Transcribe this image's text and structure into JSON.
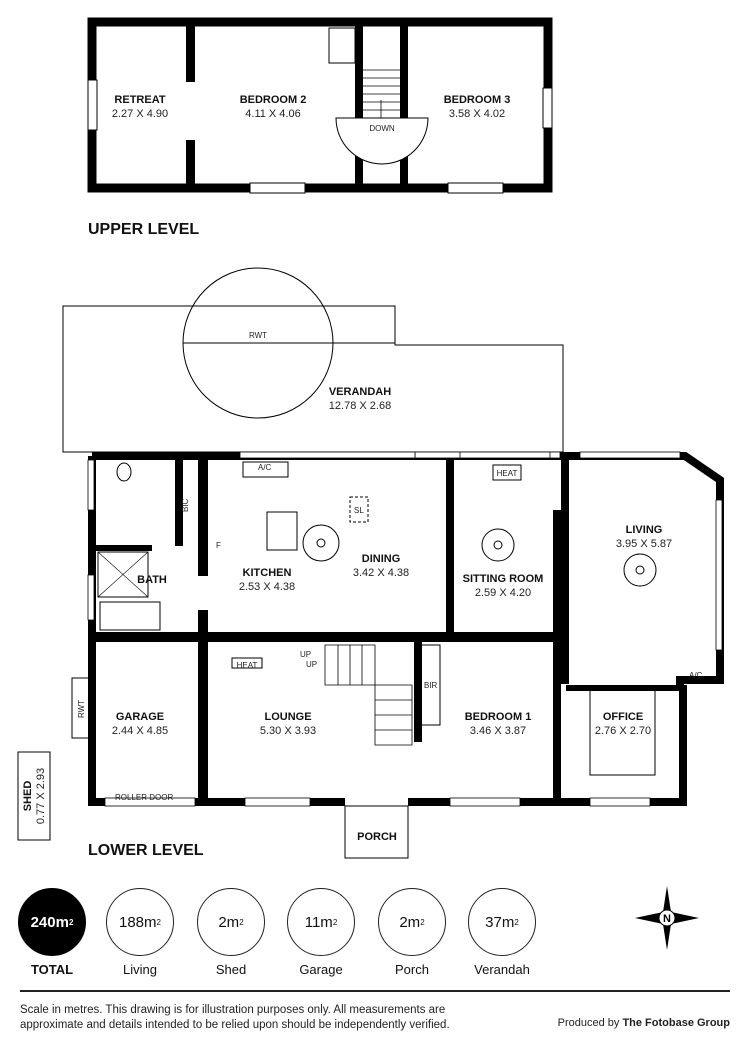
{
  "upper_level": {
    "heading": "UPPER LEVEL",
    "rooms": [
      {
        "name": "RETREAT",
        "size": "2.27 X 4.90"
      },
      {
        "name": "BEDROOM 2",
        "size": "4.11 X 4.06"
      },
      {
        "name": "BEDROOM 3",
        "size": "3.58 X 4.02"
      }
    ],
    "stair_label": "DOWN"
  },
  "lower_level": {
    "heading": "LOWER LEVEL",
    "rooms": [
      {
        "name": "VERANDAH",
        "size": "12.78 X 2.68"
      },
      {
        "name": "KITCHEN",
        "size": "2.53 X 4.38"
      },
      {
        "name": "DINING",
        "size": "3.42 X 4.38"
      },
      {
        "name": "SITTING ROOM",
        "size": "2.59 X 4.20"
      },
      {
        "name": "LIVING",
        "size": "3.95 X 5.87"
      },
      {
        "name": "GARAGE",
        "size": "2.44 X 4.85"
      },
      {
        "name": "LOUNGE",
        "size": "5.30 X 3.93"
      },
      {
        "name": "BEDROOM 1",
        "size": "3.46 X 3.87"
      },
      {
        "name": "OFFICE",
        "size": "2.76 X 2.70"
      },
      {
        "name": "BATH",
        "size": ""
      },
      {
        "name": "PORCH",
        "size": ""
      }
    ],
    "shed": {
      "name": "SHED",
      "size": "0.77 X 2.93"
    },
    "annotations": {
      "rwt": "RWT",
      "ac": "A/C",
      "bic": "BIC",
      "fridge": "F",
      "sl": "SL",
      "heat": "HEAT",
      "up": "UP",
      "bir": "BIR",
      "roller_door": "ROLLER DOOR"
    }
  },
  "areas": [
    {
      "value": "240m",
      "label": "TOTAL",
      "highlight": true
    },
    {
      "value": "188m",
      "label": "Living"
    },
    {
      "value": "2m",
      "label": "Shed"
    },
    {
      "value": "11m",
      "label": "Garage"
    },
    {
      "value": "2m",
      "label": "Porch"
    },
    {
      "value": "37m",
      "label": "Verandah"
    }
  ],
  "area_unit_superscript": "2",
  "compass_letter": "N",
  "footer": {
    "disclaimer": "Scale in metres. This drawing is for illustration purposes only. All measurements are approximate and details intended to be relied upon should be independently verified.",
    "credit_prefix": "Produced by",
    "credit_company": "The Fotobase Group"
  }
}
